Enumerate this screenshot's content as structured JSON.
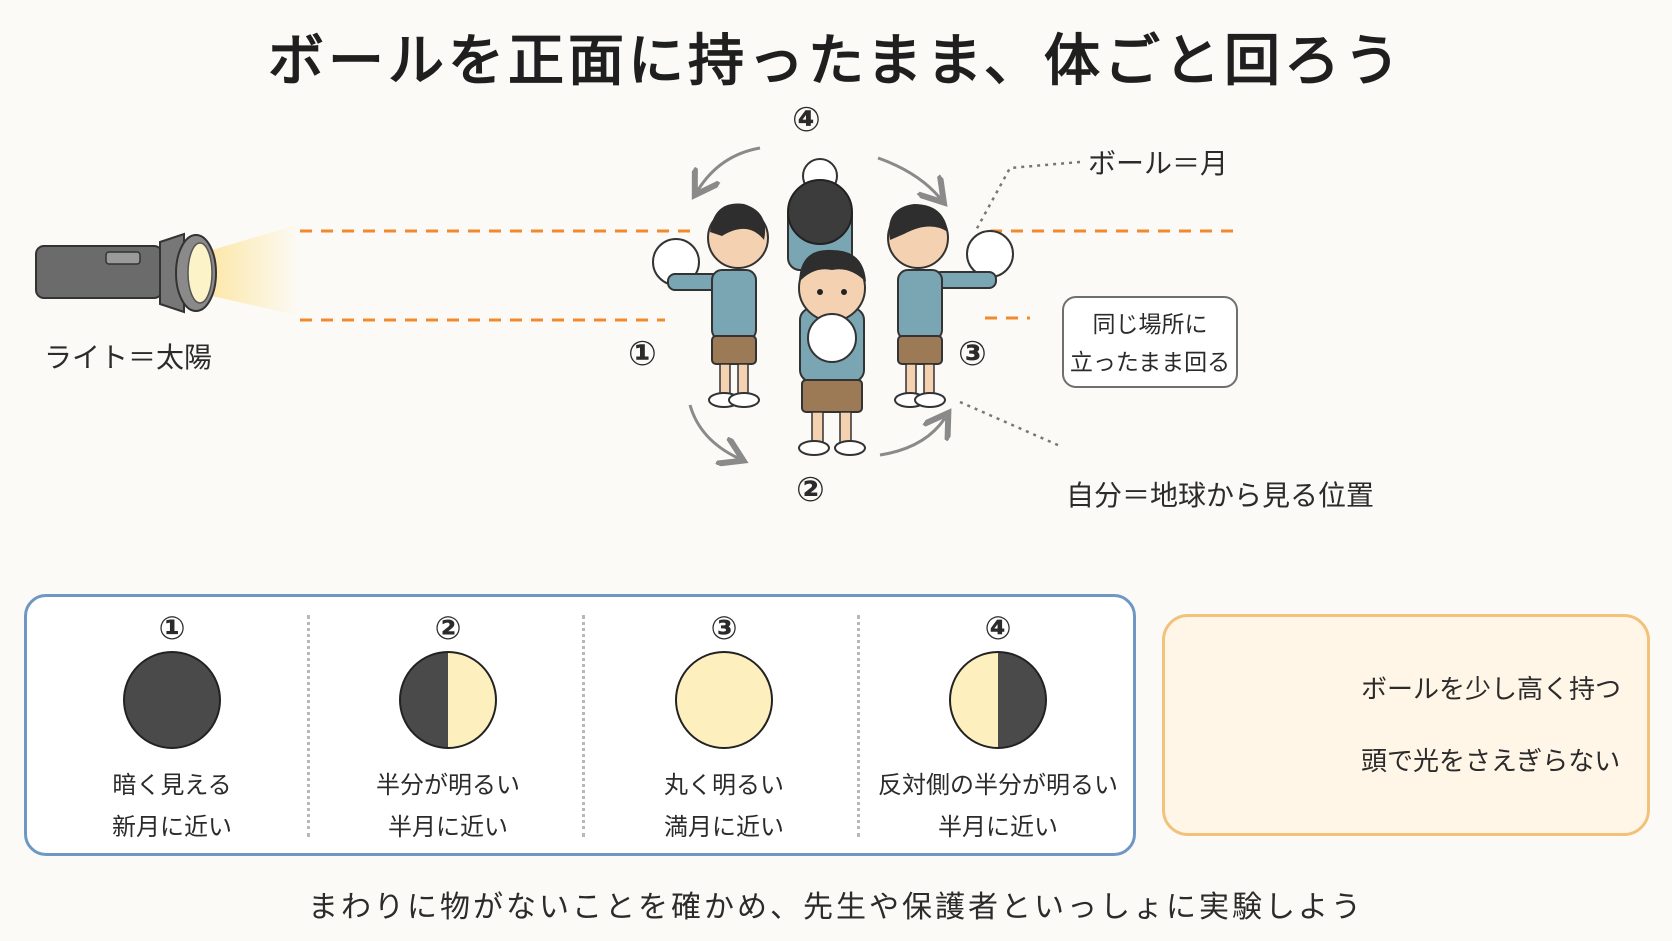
{
  "title": "ボールを正面に持ったまま、体ごと回ろう",
  "diagram": {
    "light_label": "ライト＝太陽",
    "ball_label": "ボール＝月",
    "self_label": "自分＝地球から見る位置",
    "bubble_line1": "同じ場所に",
    "bubble_line2": "立ったまま回る",
    "positions": [
      "①",
      "②",
      "③",
      "④"
    ]
  },
  "phases": [
    {
      "num": "①",
      "line1": "暗く見える",
      "line2": "新月に近い",
      "shape": "new"
    },
    {
      "num": "②",
      "line1": "半分が明るい",
      "line2": "半月に近い",
      "shape": "right-half"
    },
    {
      "num": "③",
      "line1": "丸く明るい",
      "line2": "満月に近い",
      "shape": "full"
    },
    {
      "num": "④",
      "line1": "反対側の半分が明るい",
      "line2": "半月に近い",
      "shape": "left-half"
    }
  ],
  "tips": {
    "line1": "ボールを少し高く持つ",
    "line2": "頭で光をさえぎらない"
  },
  "footer": "まわりに物がないことを確かめ、先生や保護者といっしょに実験しよう",
  "colors": {
    "orange_line": "#f08a2c",
    "moon_dark": "#4a4a4a",
    "moon_light": "#fdf0be",
    "phase_border": "#6f97c4",
    "tip_border": "#f2c27a",
    "shirt": "#7aa6b4",
    "shorts": "#9b7a55",
    "bear": "#6e5a4c"
  }
}
